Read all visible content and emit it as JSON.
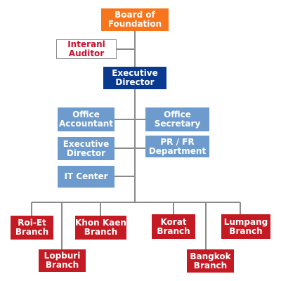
{
  "org_chart": {
    "board": "Board of\nFoundation",
    "auditor": "Interanl\nAuditor",
    "executive_director": "Executive\nDirector",
    "office_accountant": "Office\nAccountant",
    "office_secretary": "Office\nSecretary",
    "executive_director_2": "Executive\nDirector",
    "pr_fr_department": "PR / FR\nDepartment",
    "it_center": "IT Center",
    "branches": {
      "roi_et": "Roi-Et\nBranch",
      "lopburi": "Lopburi\nBranch",
      "khon_kaen": "Khon Kaen\nBranch",
      "korat": "Korat\nBranch",
      "bangkok": "Bangkok\nBranch",
      "lumpang": "Lumpang\nBranch"
    }
  },
  "colors": {
    "board": "#f7751d",
    "auditor_text": "#c8102e",
    "executive": "#0a3a8f",
    "staff": "#6d9bcd",
    "branch": "#c31a23",
    "line": "#8a8a8a"
  }
}
